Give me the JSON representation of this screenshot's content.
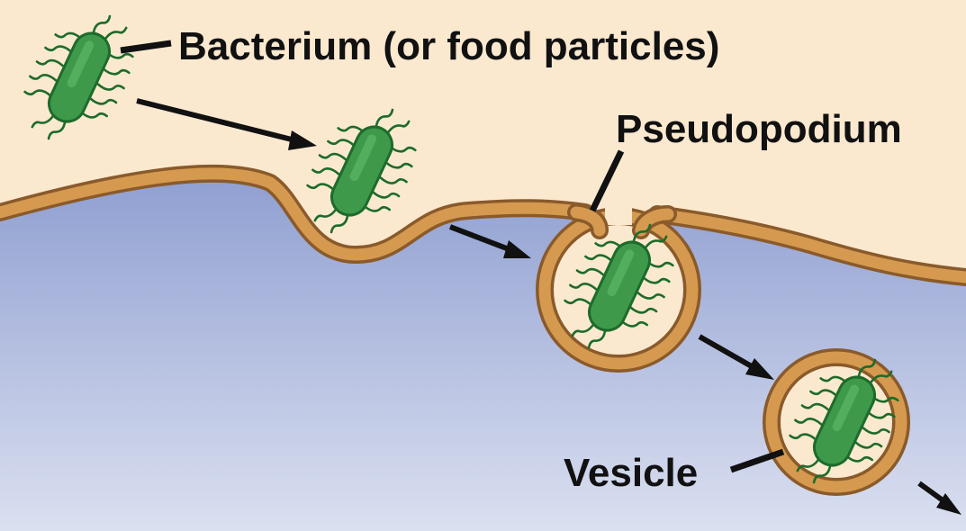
{
  "labels": {
    "bacterium": "Bacterium (or food particles)",
    "pseudopodium": "Pseudopodium",
    "vesicle": "Vesicle"
  },
  "colors": {
    "extracellular": "#fbe9cf",
    "cytoplasm_top": "#8f9fd1",
    "cytoplasm_bottom": "#dbe0f0",
    "membrane_outer": "#8a5a2b",
    "membrane_fill": "#d59a4f",
    "bacterium": "#3e9a4a",
    "bacterium_outline": "#1d6b2a"
  },
  "icons": {
    "bacterium": "rod-bacterium-with-flagella",
    "arrow": "black-arrow"
  }
}
